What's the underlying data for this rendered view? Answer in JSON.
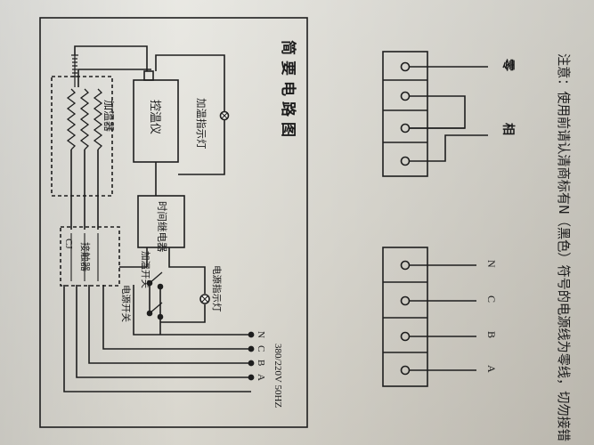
{
  "diagram": {
    "title": "简要电路图",
    "spec_line": "380/220V   50HZ",
    "labels": {
      "heater": "加温器",
      "controller": "控温仪",
      "heating_lamp": "加温指示灯",
      "relay": "时间继电器",
      "contactor": "接触器",
      "contactor_code": "CJ",
      "power_lamp": "电源指示灯",
      "power_switch": "电源开关",
      "heat_switch": "加温开关"
    },
    "terminals_left": [
      "A",
      "B",
      "C",
      "N"
    ]
  },
  "wiring": {
    "terminals_single": [],
    "single_live": "相",
    "single_neutral": "零",
    "terminals_three": [
      "A",
      "B",
      "C",
      "N"
    ]
  },
  "note": {
    "text": "注意：使用前请认清商标有N（黑色）符号的电源线为零线，切勿接错"
  }
}
